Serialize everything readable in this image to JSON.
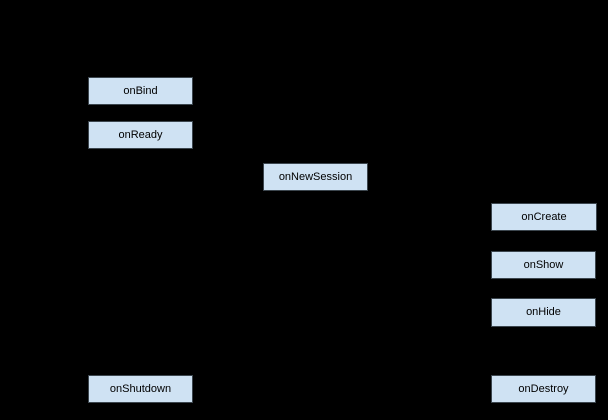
{
  "diagram": {
    "type": "lifecycle-flowchart",
    "background_color": "#000000",
    "node_fill_color": "#cfe2f3",
    "node_border_color": "#3c464e",
    "node_text_color": "#000000",
    "nodes": [
      {
        "id": "onBind",
        "label": "onBind"
      },
      {
        "id": "onReady",
        "label": "onReady"
      },
      {
        "id": "onNewSession",
        "label": "onNewSession"
      },
      {
        "id": "onCreate",
        "label": "onCreate"
      },
      {
        "id": "onShow",
        "label": "onShow"
      },
      {
        "id": "onHide",
        "label": "onHide"
      },
      {
        "id": "onDestroy",
        "label": "onDestroy"
      },
      {
        "id": "onShutdown",
        "label": "onShutdown"
      }
    ]
  }
}
